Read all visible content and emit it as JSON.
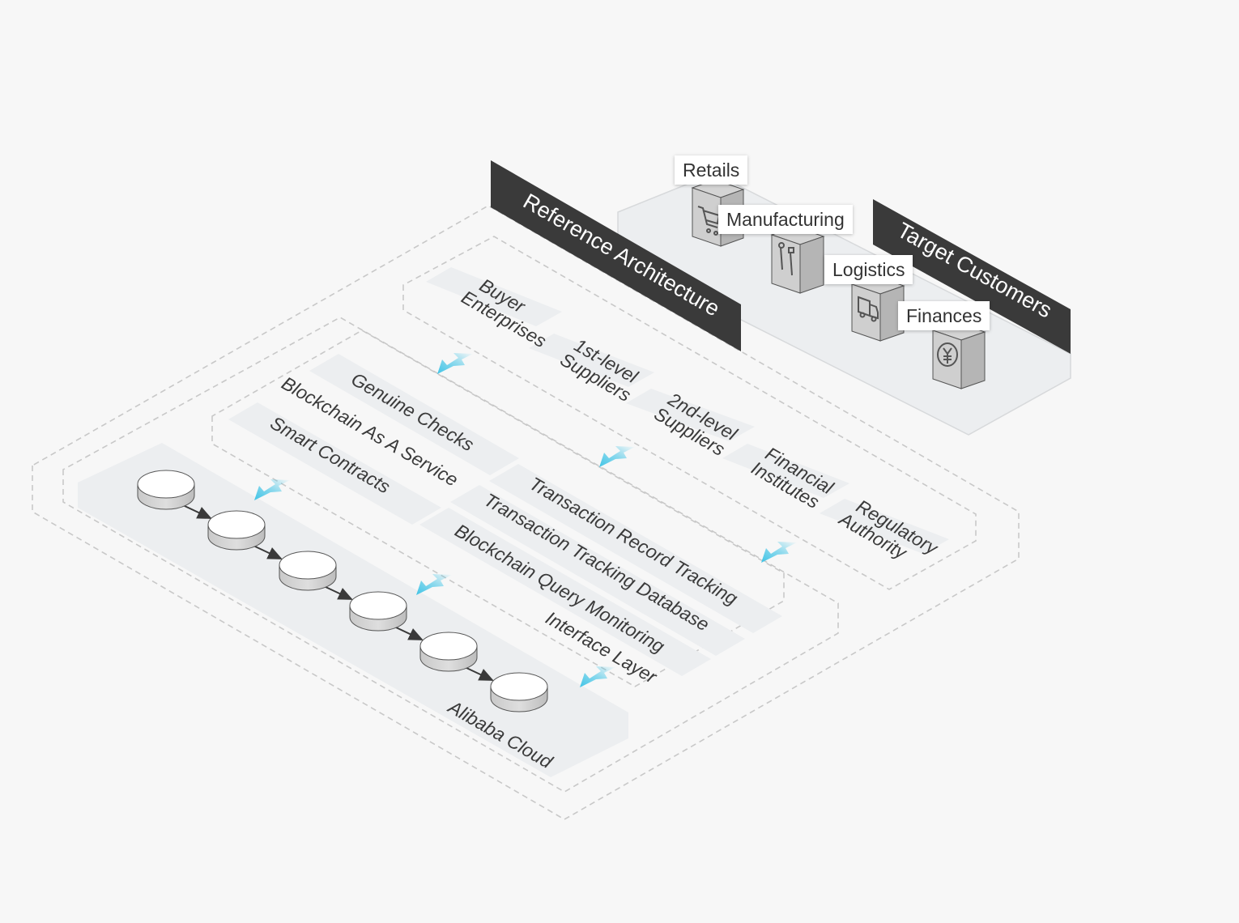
{
  "reference_architecture": {
    "title": "Reference Architecture",
    "participants": [
      {
        "line1": "Buyer",
        "line2": "Enterprises"
      },
      {
        "line1": "1st-level",
        "line2": "Suppliers"
      },
      {
        "line1": "2nd-level",
        "line2": "Suppliers"
      },
      {
        "line1": "Financial",
        "line2": "Institutes"
      },
      {
        "line1": "Regulatory",
        "line2": "Authority"
      }
    ],
    "services_left": [
      "Genuine Checks",
      "Blockchain As A Service",
      "Smart Contracts"
    ],
    "services_right": [
      "Transaction Record Tracking",
      "Transaction Tracking Database",
      "Blockchain Query Monitoring"
    ],
    "interface_layer": "Interface Layer",
    "cloud": "Alibaba Cloud"
  },
  "target_customers": {
    "title": "Target Customers",
    "items": [
      {
        "label": "Retails",
        "icon": "shopping-cart-icon"
      },
      {
        "label": "Manufacturing",
        "icon": "tools-icon"
      },
      {
        "label": "Logistics",
        "icon": "truck-icon"
      },
      {
        "label": "Finances",
        "icon": "yuan-coin-icon"
      }
    ]
  },
  "colors": {
    "banner": "#3a3a3a",
    "panel": "#eef0f2",
    "arrow": "#40c4e6",
    "dashed": "#c8c8c8"
  }
}
